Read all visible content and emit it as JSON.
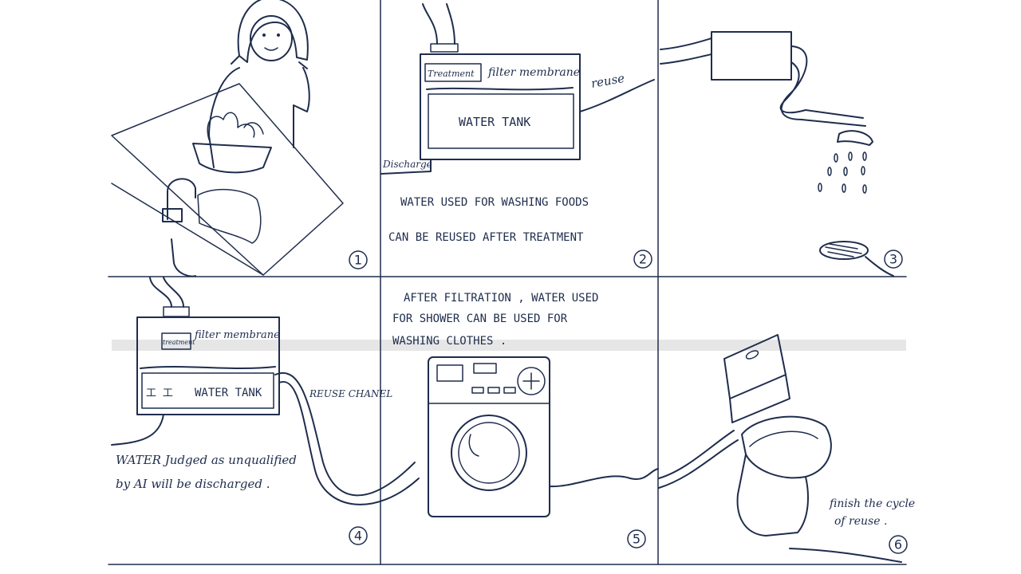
{
  "panels": [
    {
      "number": "1"
    },
    {
      "number": "2",
      "labels": {
        "treatment": "Treatment",
        "filter": "filter membrane",
        "tank": "WATER TANK",
        "reuse": "reuse",
        "discharge": "Discharge"
      },
      "caption": [
        "WATER USED FOR WASHING FOODS",
        "CAN BE REUSED AFTER TREATMENT"
      ]
    },
    {
      "number": "3"
    },
    {
      "number": "4",
      "labels": {
        "treatment": "treatment",
        "filter": "filter membrane",
        "tank": "WATER TANK",
        "ai_mark": "工 工",
        "reuse": "REUSE CHANEL"
      },
      "caption": [
        "WATER Judged as unqualified",
        "by AI will be discharged ."
      ]
    },
    {
      "number": "5",
      "caption": [
        "AFTER FILTRATION , WATER USED",
        "FOR SHOWER CAN BE USED FOR",
        "WASHING CLOTHES ."
      ]
    },
    {
      "number": "6",
      "caption": [
        "finish the cycle",
        "of reuse ."
      ]
    }
  ],
  "colors": {
    "ink": "#1f2d4d",
    "paper": "#ffffff",
    "band": "#e6e6e6"
  }
}
